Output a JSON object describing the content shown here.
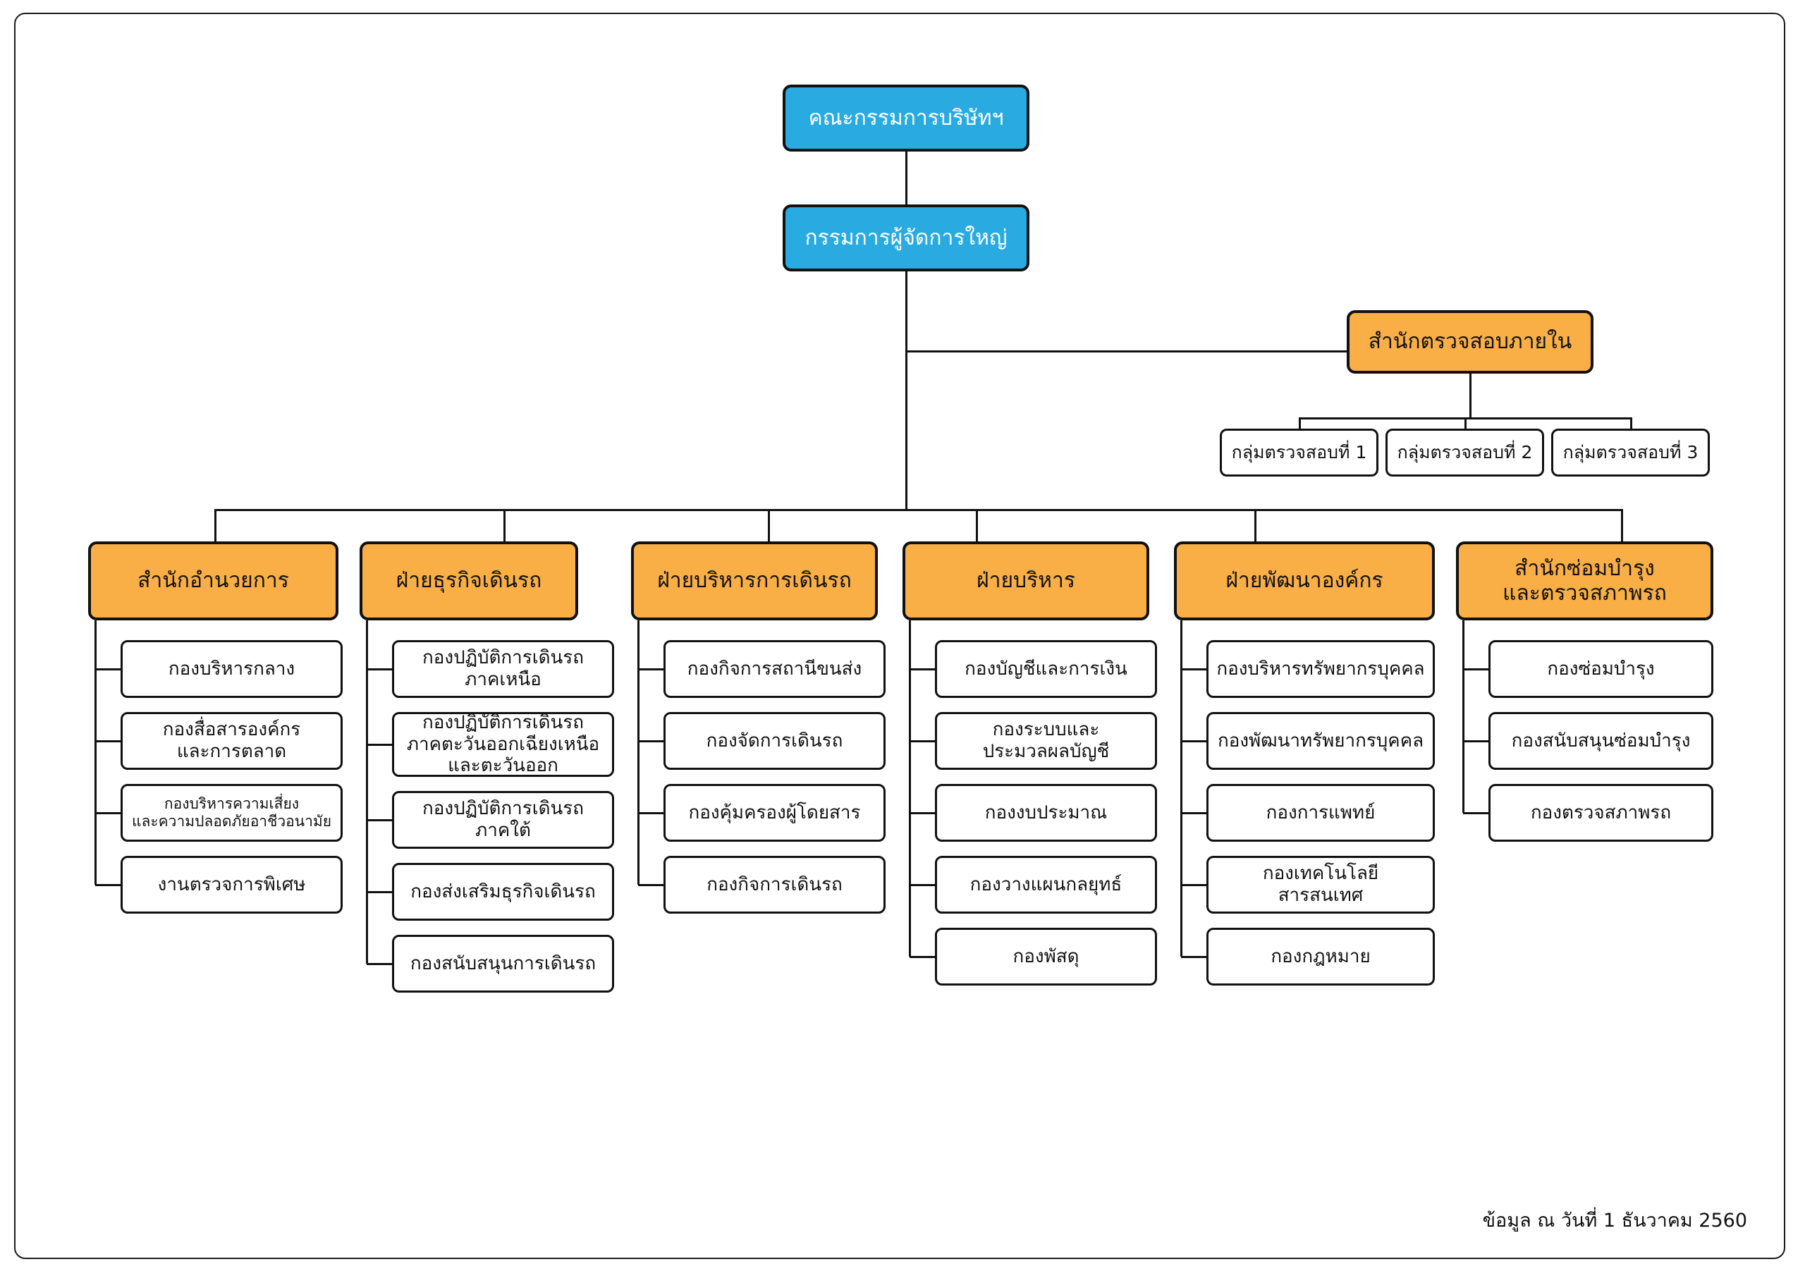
{
  "diagram": {
    "type": "organization-chart",
    "footer_note": "ข้อมูล ณ วันที่ 1 ธันวาคม 2560",
    "colors": {
      "executive_blue": "#29abe2",
      "division_orange": "#f9ae46",
      "node_border": "#111111",
      "node_fill": "#ffffff",
      "frame_border": "#1a1a1a",
      "canvas": "#ffffff"
    },
    "top": {
      "board": "คณะกรรมการบริษัทฯ",
      "managing_director": "กรรมการผู้จัดการใหญ่"
    },
    "audit": {
      "office": "สำนักตรวจสอบภายใน",
      "groups": [
        "กลุ่มตรวจสอบที่ 1",
        "กลุ่มตรวจสอบที่ 2",
        "กลุ่มตรวจสอบที่ 3"
      ]
    },
    "divisions": [
      {
        "title": "สำนักอำนวยการ",
        "children": [
          "กองบริหารกลาง",
          "กองสื่อสารองค์กร\nและการตลาด",
          "กองบริหารความเสี่ยง\nและความปลอดภัยอาชีวอนามัย",
          "งานตรวจการพิเศษ"
        ]
      },
      {
        "title": "ฝ่ายธุรกิจเดินรถ",
        "children": [
          "กองปฏิบัติการเดินรถ\nภาคเหนือ",
          "กองปฏิบัติการเดินรถ\nภาคตะวันออกเฉียงเหนือ\nและตะวันออก",
          "กองปฏิบัติการเดินรถ\nภาคใต้",
          "กองส่งเสริมธุรกิจเดินรถ",
          "กองสนับสนุนการเดินรถ"
        ]
      },
      {
        "title": "ฝ่ายบริหารการเดินรถ",
        "children": [
          "กองกิจการสถานีขนส่ง",
          "กองจัดการเดินรถ",
          "กองคุ้มครองผู้โดยสาร",
          "กองกิจการเดินรถ"
        ]
      },
      {
        "title": "ฝ่ายบริหาร",
        "children": [
          "กองบัญชีและการเงิน",
          "กองระบบและ\nประมวลผลบัญชี",
          "กองงบประมาณ",
          "กองวางแผนกลยุทธ์",
          "กองพัสดุ"
        ]
      },
      {
        "title": "ฝ่ายพัฒนาองค์กร",
        "children": [
          "กองบริหารทรัพยากรบุคคล",
          "กองพัฒนาทรัพยากรบุคคล",
          "กองการแพทย์",
          "กองเทคโนโลยี\nสารสนเทศ",
          "กองกฎหมาย"
        ]
      },
      {
        "title": "สำนักซ่อมบำรุง\nและตรวจสภาพรถ",
        "children": [
          "กองซ่อมบำรุง",
          "กองสนับสนุนซ่อมบำรุง",
          "กองตรวจสภาพรถ"
        ]
      }
    ]
  }
}
